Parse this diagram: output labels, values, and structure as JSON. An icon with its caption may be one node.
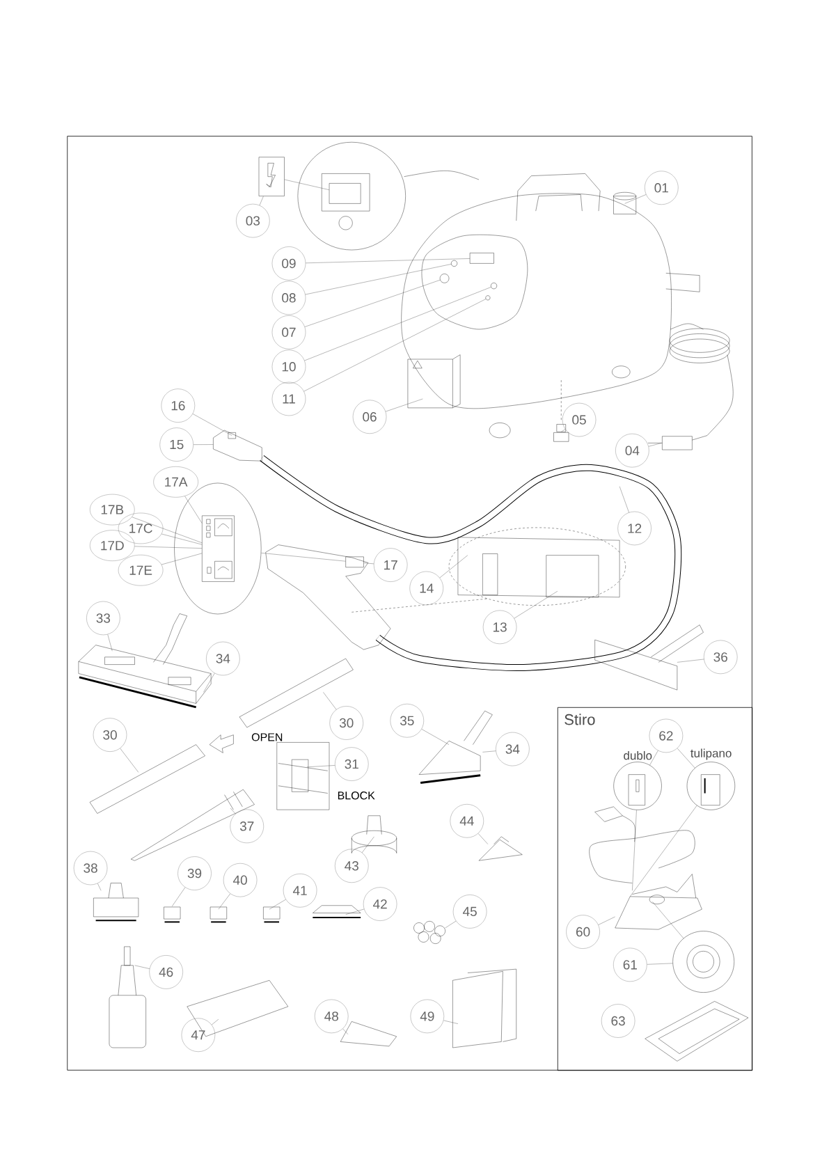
{
  "diagram": {
    "nodes": [
      {
        "text": [
          "01"
        ]
      },
      {
        "text": [],
        "shape": "box"
      },
      {
        "text": [
          "03"
        ]
      },
      {
        "text": [
          "09"
        ]
      },
      {
        "text": [
          "08"
        ]
      },
      {
        "text": [
          "07"
        ]
      },
      {
        "text": [
          "10"
        ]
      },
      {
        "text": [
          "11"
        ]
      },
      {
        "text": [
          "06"
        ]
      },
      {
        "text": [
          "05"
        ]
      },
      {
        "text": [
          "04"
        ]
      },
      {
        "text": [
          "16"
        ]
      },
      {
        "text": [
          "15"
        ]
      },
      {
        "text": [],
        "shape": "ellipse"
      },
      {
        "text": [
          "17A"
        ]
      },
      {
        "text": [
          "17B"
        ]
      },
      {
        "text": [
          "17C"
        ]
      },
      {
        "text": [
          "17D"
        ]
      },
      {
        "text": [
          "17E"
        ]
      },
      {
        "text": [
          "12"
        ]
      },
      {
        "text": [
          "17"
        ]
      },
      {
        "text": [
          "14"
        ]
      },
      {
        "text": [
          "13"
        ]
      },
      {
        "text": [
          "33"
        ]
      },
      {
        "text": [
          "34"
        ]
      },
      {
        "text": [
          "36"
        ]
      },
      {
        "text": [
          "30"
        ]
      },
      {
        "text": [
          "35"
        ]
      },
      {
        "text": [
          "34"
        ]
      },
      {
        "text": [
          "30"
        ]
      },
      {
        "text": [
          "31"
        ]
      },
      {
        "text": [
          "37"
        ]
      },
      {
        "text": [
          "43"
        ]
      },
      {
        "text": [
          "44"
        ]
      },
      {
        "text": [
          "38"
        ]
      },
      {
        "text": [
          "39"
        ]
      },
      {
        "text": [
          "40"
        ]
      },
      {
        "text": [
          "41"
        ]
      },
      {
        "text": [
          "42"
        ]
      },
      {
        "text": [
          "45"
        ]
      },
      {
        "text": [
          "46"
        ]
      },
      {
        "text": [
          "47"
        ]
      },
      {
        "text": [
          "48"
        ]
      },
      {
        "text": [
          "49"
        ]
      },
      {
        "text": [
          "Stiro"
        ]
      },
      {
        "text": [
          "62"
        ],
        "in": 44
      },
      {
        "text": [
          "dublo"
        ],
        "in": 44
      },
      {
        "text": [
          "tulipano"
        ],
        "in": 44
      },
      {
        "text": [
          "60"
        ],
        "in": 44
      },
      {
        "text": [
          "61"
        ],
        "in": 44
      },
      {
        "text": [],
        "shape": "circle",
        "in": 44
      },
      {
        "text": [
          "63"
        ],
        "in": 44
      },
      {
        "text": [],
        "shape": "box",
        "in": 13
      },
      {
        "text": [],
        "shape": "box"
      },
      {
        "text": [],
        "shape": "box"
      },
      {
        "text": [],
        "shape": "circle"
      },
      {
        "text": [],
        "shape": "circle"
      },
      {
        "text": [],
        "shape": "circle"
      },
      {
        "text": [],
        "shape": "circle"
      },
      {
        "text": [],
        "shape": "box"
      }
    ],
    "edges": [
      {
        "from": 0,
        "to": null,
        "arrow": "none"
      },
      {
        "from": 2,
        "to": 1,
        "arrow": "none"
      },
      {
        "from": 1,
        "to": 53,
        "arrow": "none"
      },
      {
        "from": 3,
        "to": 54,
        "arrow": "none"
      },
      {
        "from": 4,
        "to": 55,
        "arrow": "none"
      },
      {
        "from": 5,
        "to": 56,
        "arrow": "none"
      },
      {
        "from": 6,
        "to": 57,
        "arrow": "none"
      },
      {
        "from": 7,
        "to": 58,
        "arrow": "none"
      },
      {
        "from": 8,
        "to": null,
        "arrow": "none"
      },
      {
        "from": 9,
        "to": null,
        "arrow": "none"
      },
      {
        "from": 10,
        "to": null,
        "arrow": "none"
      },
      {
        "from": 11,
        "to": null,
        "arrow": "none"
      },
      {
        "from": 12,
        "to": null,
        "arrow": "none"
      },
      {
        "from": 14,
        "to": 52,
        "arrow": "none"
      },
      {
        "from": 15,
        "to": 52,
        "arrow": "none"
      },
      {
        "from": 16,
        "to": 52,
        "arrow": "none"
      },
      {
        "from": 17,
        "to": 52,
        "arrow": "none"
      },
      {
        "from": 18,
        "to": 52,
        "arrow": "none"
      },
      {
        "from": 13,
        "to": 59,
        "arrow": "none"
      },
      {
        "from": 19,
        "to": null,
        "arrow": "none"
      },
      {
        "from": 20,
        "to": 59,
        "arrow": "none"
      },
      {
        "from": 21,
        "to": null,
        "arrow": "none"
      },
      {
        "from": 22,
        "to": null,
        "arrow": "none"
      },
      {
        "from": 23,
        "to": null,
        "arrow": "none"
      },
      {
        "from": 24,
        "to": null,
        "arrow": "none"
      },
      {
        "from": 25,
        "to": null,
        "arrow": "none"
      },
      {
        "from": 26,
        "to": null,
        "arrow": "none"
      },
      {
        "from": 27,
        "to": null,
        "arrow": "none"
      },
      {
        "from": 28,
        "to": null,
        "arrow": "none"
      },
      {
        "from": 29,
        "to": null,
        "arrow": "none"
      },
      {
        "from": 30,
        "to": null,
        "arrow": "none"
      },
      {
        "from": 31,
        "to": null,
        "arrow": "none"
      },
      {
        "from": 32,
        "to": null,
        "arrow": "none"
      },
      {
        "from": 33,
        "to": null,
        "arrow": "none"
      },
      {
        "from": 34,
        "to": null,
        "arrow": "none"
      },
      {
        "from": 35,
        "to": null,
        "arrow": "none"
      },
      {
        "from": 36,
        "to": null,
        "arrow": "none"
      },
      {
        "from": 37,
        "to": null,
        "arrow": "none"
      },
      {
        "from": 38,
        "to": null,
        "arrow": "none"
      },
      {
        "from": 39,
        "to": null,
        "arrow": "none"
      },
      {
        "from": 40,
        "to": null,
        "arrow": "none"
      },
      {
        "from": 41,
        "to": null,
        "arrow": "none"
      },
      {
        "from": 42,
        "to": null,
        "arrow": "none"
      },
      {
        "from": 43,
        "to": null,
        "arrow": "none"
      },
      {
        "from": 45,
        "to": 46,
        "arrow": "none"
      },
      {
        "from": 45,
        "to": 47,
        "arrow": "none"
      },
      {
        "from": 46,
        "to": null,
        "arrow": "none"
      },
      {
        "from": 47,
        "to": null,
        "arrow": "none"
      },
      {
        "from": 48,
        "to": null,
        "arrow": "none"
      },
      {
        "from": 49,
        "to": 50,
        "arrow": "none"
      },
      {
        "from": 50,
        "to": null,
        "arrow": "none"
      }
    ],
    "labels": [
      "OPEN",
      "BLOCK"
    ]
  }
}
